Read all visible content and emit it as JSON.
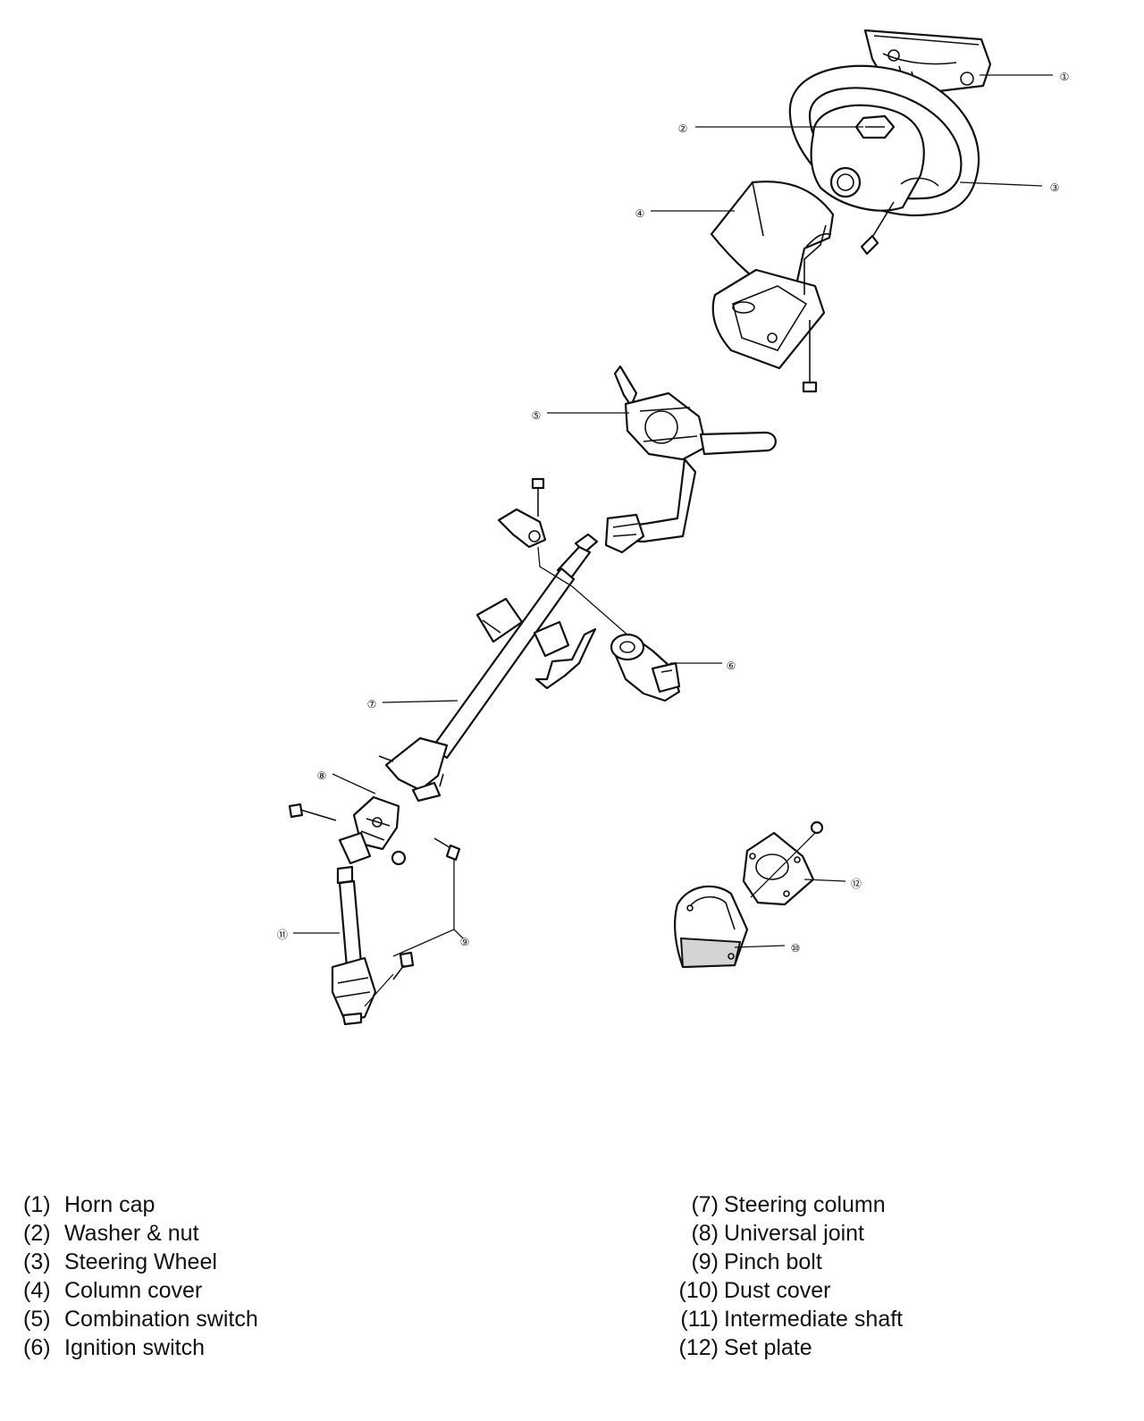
{
  "callouts": [
    "①",
    "②",
    "③",
    "④",
    "⑤",
    "⑥",
    "⑦",
    "⑧",
    "⑨",
    "⑪",
    "⑫",
    "⑩"
  ],
  "legend": {
    "left": [
      {
        "num": "(1)",
        "text": "Horn cap"
      },
      {
        "num": "(2)",
        "text": "Washer & nut"
      },
      {
        "num": "(3)",
        "text": "Steering Wheel"
      },
      {
        "num": "(4)",
        "text": "Column cover"
      },
      {
        "num": "(5)",
        "text": "Combination switch"
      },
      {
        "num": "(6)",
        "text": "Ignition switch"
      }
    ],
    "right": [
      {
        "num": "(7)",
        "text": "Steering column"
      },
      {
        "num": "(8)",
        "text": "Universal joint"
      },
      {
        "num": "(9)",
        "text": "Pinch bolt"
      },
      {
        "num": "(10)",
        "text": "Dust cover"
      },
      {
        "num": "(11)",
        "text": "Intermediate shaft"
      },
      {
        "num": "(12)",
        "text": "Set plate"
      }
    ]
  }
}
